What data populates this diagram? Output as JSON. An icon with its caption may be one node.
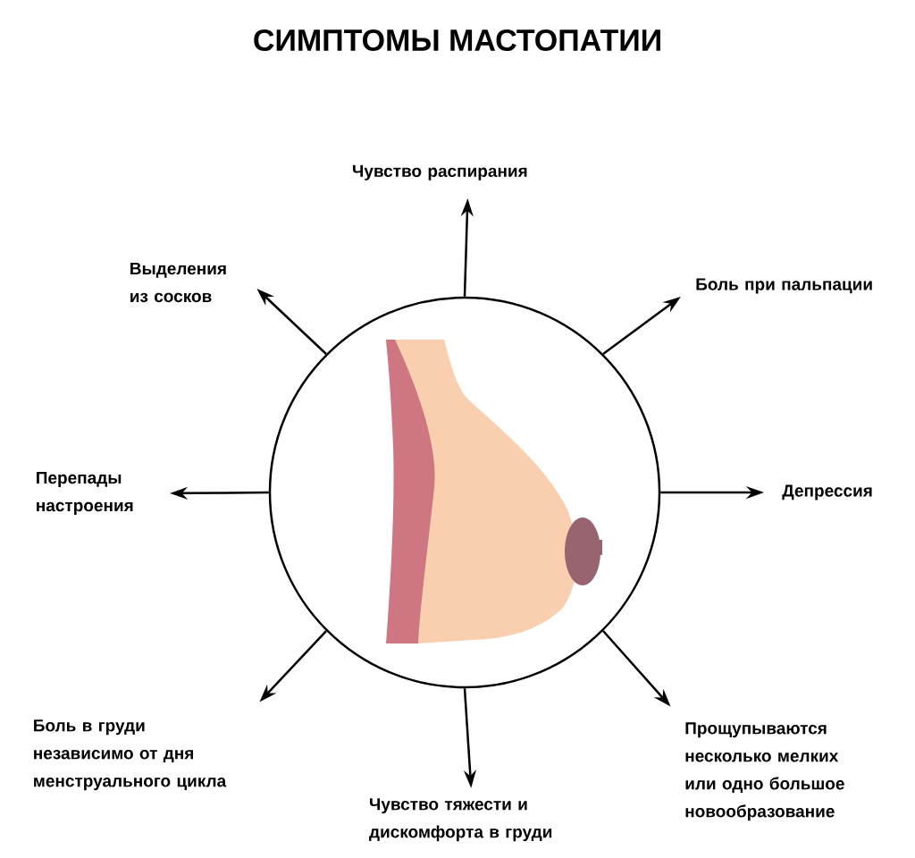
{
  "diagram": {
    "title": "СИМПТОМЫ МАСТОПАТИИ",
    "nodes": [
      {
        "text": [],
        "shape": "circle"
      },
      {
        "text": [
          "Чувство распирания"
        ]
      },
      {
        "text": [
          "Выделения из сосков"
        ]
      },
      {
        "text": [
          "Боль при пальпации"
        ]
      },
      {
        "text": [
          "Перепады настроения"
        ]
      },
      {
        "text": [
          "Депрессия"
        ]
      },
      {
        "text": [
          "Боль в груди независимо от дня менструального цикла"
        ]
      },
      {
        "text": [
          "Прощупываются несколько мелких или одно большое новообразование"
        ]
      },
      {
        "text": [
          "Чувство тяжести и дискомфорта в груди"
        ]
      }
    ],
    "edges": [
      {
        "from": 0,
        "to": 1,
        "arrow": "to"
      },
      {
        "from": 0,
        "to": 2,
        "arrow": "to"
      },
      {
        "from": 0,
        "to": 3,
        "arrow": "to"
      },
      {
        "from": 0,
        "to": 4,
        "arrow": "to"
      },
      {
        "from": 0,
        "to": 5,
        "arrow": "to"
      },
      {
        "from": 0,
        "to": 6,
        "arrow": "to"
      },
      {
        "from": 0,
        "to": 7,
        "arrow": "to"
      },
      {
        "from": 0,
        "to": 8,
        "arrow": "to"
      }
    ]
  }
}
